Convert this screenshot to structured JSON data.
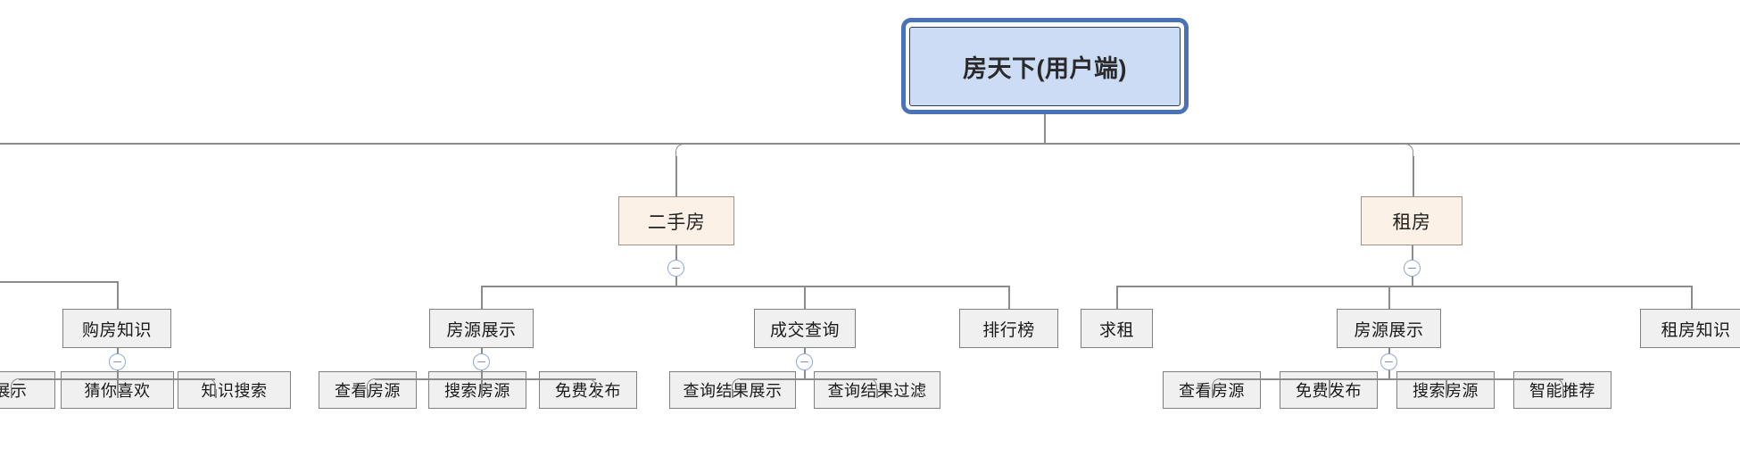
{
  "diagram": {
    "type": "mindmap-tree",
    "title": "房天下(用户端)",
    "colors": {
      "root_fill": "#ccdcf5",
      "root_border": "#4a72b8",
      "category_fill": "#fcf1e6",
      "category_border": "#9b9286",
      "node_fill": "#f0f0f0",
      "node_border": "#808080",
      "connector": "#8c8c8c",
      "toggle_border": "#8ea9d8",
      "background": "#ffffff"
    },
    "toggle_state": "expanded",
    "toggle_glyph": "minus"
  },
  "root": {
    "label": "房天下(用户端)"
  },
  "branches": [
    {
      "id": "purchase-knowledge-group",
      "level3": [
        {
          "id": "gou-fang-zhi-shi",
          "label": "购房知识",
          "toggle": "minus",
          "children": [
            {
              "id": "zhan-shi",
              "label": "展示",
              "clipped": true
            },
            {
              "id": "cai-ni-xi-huan",
              "label": "猜你喜欢"
            },
            {
              "id": "zhi-shi-sou-suo",
              "label": "知识搜索"
            }
          ]
        }
      ]
    },
    {
      "id": "er-shou-fang",
      "label": "二手房",
      "toggle": "minus",
      "level3": [
        {
          "id": "fang-yuan-zhan-shi-1",
          "label": "房源展示",
          "toggle": "minus",
          "children": [
            {
              "id": "cha-kan-fang-yuan-1",
              "label": "查看房源"
            },
            {
              "id": "sou-suo-fang-yuan-1",
              "label": "搜索房源"
            },
            {
              "id": "mian-fei-fa-bu-1",
              "label": "免费发布"
            }
          ]
        },
        {
          "id": "cheng-jiao-cha-xun",
          "label": "成交查询",
          "toggle": "minus",
          "children": [
            {
              "id": "cha-xun-jie-guo-zhan-shi",
              "label": "查询结果展示"
            },
            {
              "id": "cha-xun-jie-guo-guo-lv",
              "label": "查询结果过滤"
            }
          ]
        },
        {
          "id": "pai-hang-bang",
          "label": "排行榜",
          "children": []
        }
      ]
    },
    {
      "id": "zu-fang",
      "label": "租房",
      "toggle": "minus",
      "level3": [
        {
          "id": "qiu-zu",
          "label": "求租",
          "children": []
        },
        {
          "id": "fang-yuan-zhan-shi-2",
          "label": "房源展示",
          "toggle": "minus",
          "children": [
            {
              "id": "cha-kan-fang-yuan-2",
              "label": "查看房源"
            },
            {
              "id": "mian-fei-fa-bu-2",
              "label": "免费发布"
            },
            {
              "id": "sou-suo-fang-yuan-2",
              "label": "搜索房源"
            },
            {
              "id": "zhi-neng-tui-jian",
              "label": "智能推荐"
            }
          ]
        },
        {
          "id": "zu-fang-zhi-shi",
          "label": "租房知识",
          "children": [],
          "clipped": true
        }
      ]
    }
  ]
}
